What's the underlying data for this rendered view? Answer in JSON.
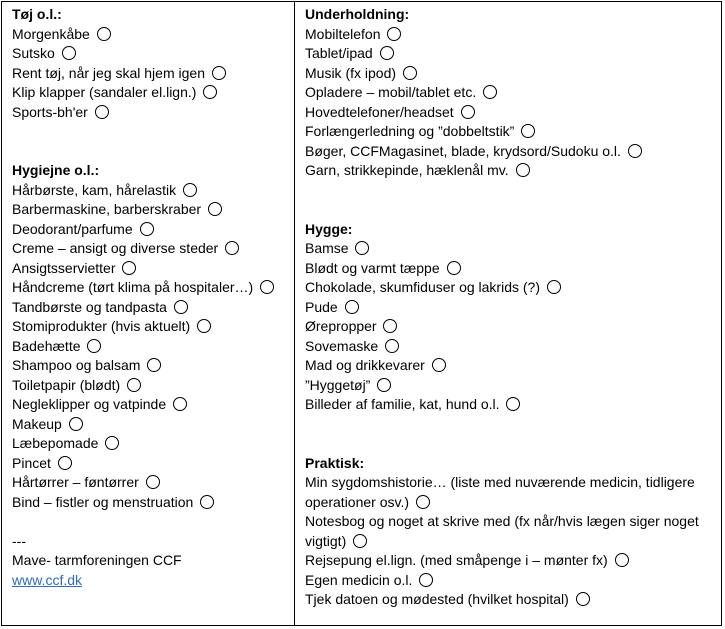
{
  "left": {
    "clothes": {
      "heading": "Tøj o.l.:",
      "items": [
        "Morgenkåbe",
        "Sutsko",
        "Rent tøj, når jeg skal hjem igen",
        "Klip klapper (sandaler el.lign.)",
        "Sports-bh'er"
      ]
    },
    "hygiene": {
      "heading": "Hygiejne o.l.:",
      "items": [
        "Hårbørste, kam, hårelastik",
        "Barbermaskine, barberskraber",
        "Deodorant/parfume",
        "Creme – ansigt og diverse steder",
        "Ansigtsservietter",
        "Håndcreme (tørt klima på hospitaler…)",
        "Tandbørste og tandpasta",
        "Stomiprodukter (hvis aktuelt)",
        "Badehætte",
        "Shampoo og balsam",
        "Toiletpapir (blødt)",
        "Negleklipper og vatpinde",
        "Makeup",
        "Læbepomade",
        "Pincet",
        "Hårtørrer – føntørrer",
        "Bind – fistler og menstruation"
      ]
    },
    "footer": {
      "dashes": "---",
      "org": "Mave- tarmforeningen CCF",
      "link": "www.ccf.dk"
    }
  },
  "right": {
    "entertainment": {
      "heading": "Underholdning:",
      "items": [
        "Mobiltelefon",
        "Tablet/ipad",
        "Musik (fx ipod)",
        "Opladere – mobil/tablet etc.",
        "Hovedtelefoner/headset",
        "Forlængerledning og ”dobbeltstik”",
        "Bøger, CCFMagasinet, blade, krydsord/Sudoku o.l.",
        "Garn, strikkepinde, hæklenål mv."
      ]
    },
    "comfort": {
      "heading": "Hygge:",
      "items": [
        "Bamse",
        "Blødt og varmt tæppe",
        "Chokolade, skumfiduser og lakrids (?)",
        "Pude",
        "Ørepropper",
        "Sovemaske",
        "Mad og drikkevarer",
        "”Hyggetøj”",
        "Billeder af familie, kat, hund o.l."
      ]
    },
    "practical": {
      "heading": "Praktisk:",
      "items": [
        "Min sygdomshistorie… (liste med nuværende medicin, tidligere operationer osv.)",
        "Notesbog og noget at skrive med (fx når/hvis lægen siger noget vigtigt)",
        "Rejsepung el.lign. (med småpenge i – mønter fx)",
        "Egen medicin o.l.",
        "Tjek datoen og mødested (hvilket hospital)"
      ]
    }
  }
}
